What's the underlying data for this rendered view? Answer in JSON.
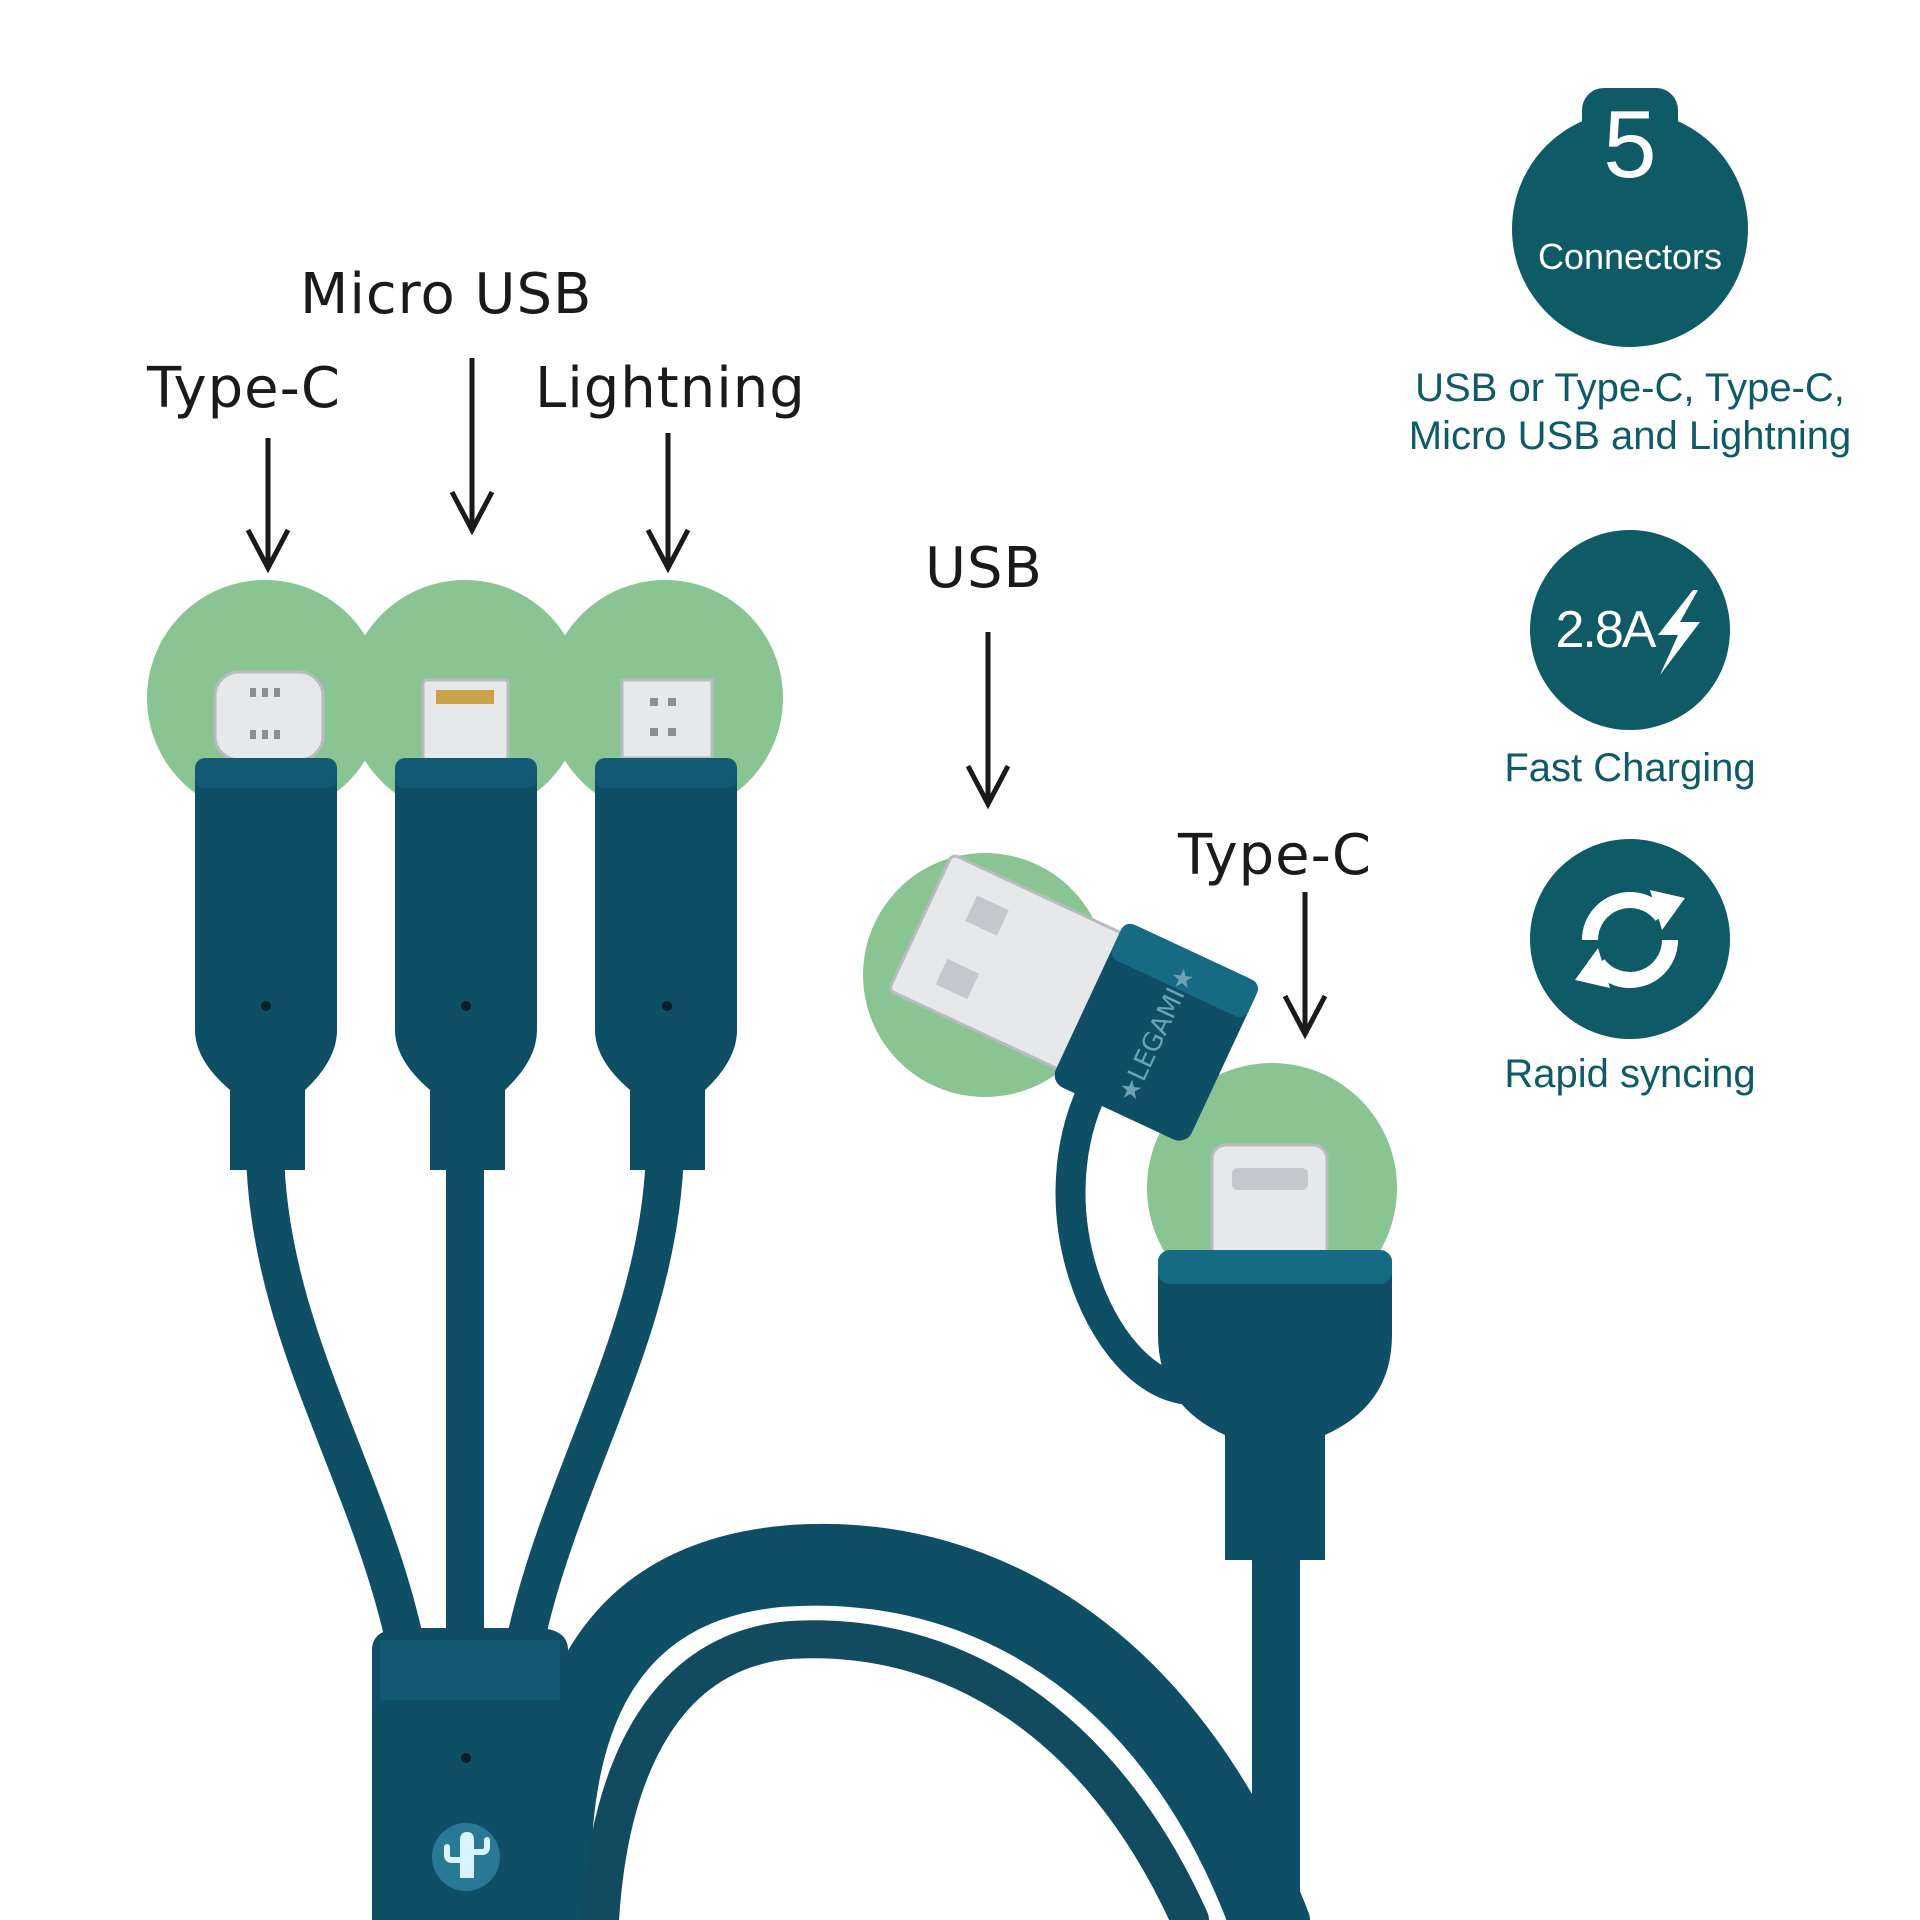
{
  "labels": {
    "type_c_left": "Type-C",
    "micro_usb": "Micro USB",
    "lightning": "Lightning",
    "usb": "USB",
    "type_c_right": "Type-C"
  },
  "brand_text": "★LEGAMI★",
  "features": {
    "connectors_number": "5",
    "connectors_label": "Connectors",
    "connectors_desc_line1": "USB or Type-C, Type-C,",
    "connectors_desc_line2": "Micro USB and Lightning",
    "charging_badge": "2.8A",
    "charging_label": "Fast Charging",
    "sync_label": "Rapid syncing"
  },
  "icons": [
    "lightning-bolt-icon",
    "sync-arrows-icon",
    "cactus-icon"
  ],
  "colors": {
    "badge": "#0e5a66",
    "cable": "#0f4f66",
    "cable_highlight": "#176a84",
    "connector_circle": "#8bc493",
    "metal": "#e6e8ea",
    "label_text": "#1a1a1a",
    "feature_text": "#0e5a66"
  }
}
